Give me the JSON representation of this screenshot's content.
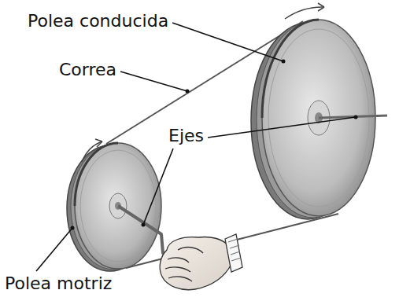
{
  "diagram": {
    "labels": [
      "Polea conducida",
      "Correa",
      "Ejes",
      "Polea motriz"
    ]
  }
}
